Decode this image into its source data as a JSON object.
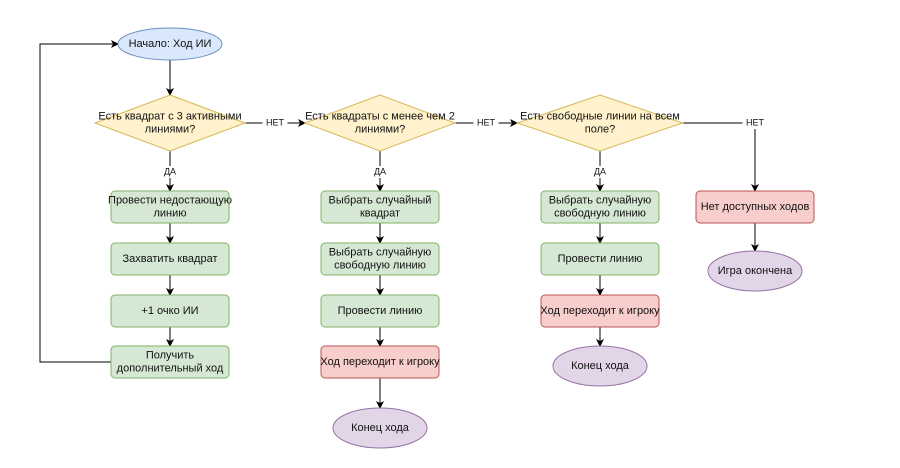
{
  "colors": {
    "start_fill": "#dae8fc",
    "start_stroke": "#6c8ebf",
    "decision_fill": "#fff2cc",
    "decision_stroke": "#d6b656",
    "process_fill": "#d5e8d4",
    "process_stroke": "#82b366",
    "turn_fill": "#f8cecc",
    "turn_stroke": "#b85450",
    "end_fill": "#e1d5e7",
    "end_stroke": "#9673a6",
    "edge": "#000000"
  },
  "nodes": {
    "start": [
      "Начало: Ход ИИ"
    ],
    "d1": [
      "Есть квадрат с 3 активными",
      "линиями?"
    ],
    "d2": [
      "Есть квадраты с менее чем 2",
      "линиями?"
    ],
    "d3": [
      "Есть свободные линии на всем",
      "поле?"
    ],
    "a1": [
      "Провести недостающую",
      "линию"
    ],
    "a2": [
      "Захватить квадрат"
    ],
    "a3": [
      "+1 очко ИИ"
    ],
    "a4": [
      "Получить",
      "дополнительный ход"
    ],
    "b1": [
      "Выбрать случайный",
      "квадрат"
    ],
    "b2": [
      "Выбрать случайную",
      "свободную линию"
    ],
    "b3": [
      "Провести линию"
    ],
    "b4": [
      "Ход переходит к игроку"
    ],
    "b5": [
      "Конец хода"
    ],
    "c1": [
      "Выбрать случайную",
      "свободную линию"
    ],
    "c2": [
      "Провести линию"
    ],
    "c3": [
      "Ход переходит к игроку"
    ],
    "c4": [
      "Конец хода"
    ],
    "e1": [
      "Нет доступных ходов"
    ],
    "e2": [
      "Игра окончена"
    ]
  },
  "edge_labels": {
    "yes": "ДА",
    "no": "НЕТ"
  }
}
